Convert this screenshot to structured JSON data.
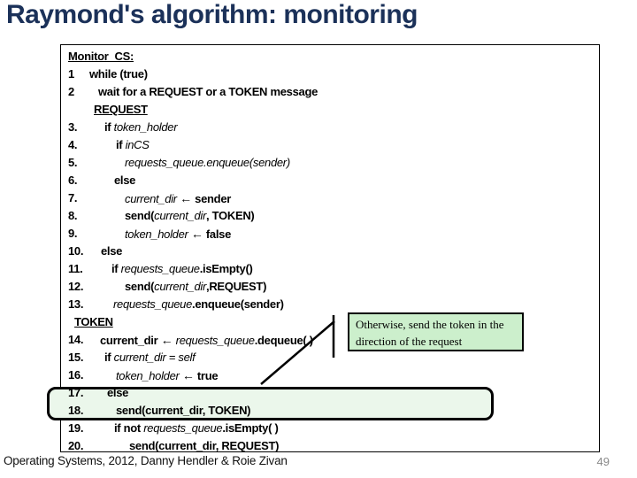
{
  "title": "Raymond's algorithm: monitoring",
  "colors": {
    "title": "#1b3159",
    "highlight_fill": "#ebf7eb",
    "callout_fill": "#ccefcc"
  },
  "callout": {
    "text": "Otherwise, send the token in the direction of the request"
  },
  "footer": {
    "credit": "Operating Systems, 2012, Danny Hendler & Roie Zivan",
    "page": "49"
  },
  "code": {
    "lines": [
      {
        "type": "label",
        "text": "Monitor_CS:",
        "indent": 8
      },
      {
        "type": "code",
        "num": "1",
        "indent": 32,
        "segs": [
          [
            "b",
            "while (true)"
          ]
        ]
      },
      {
        "type": "code",
        "num": "2",
        "indent": 42,
        "segs": [
          [
            "b",
            "wait for a REQUEST or a TOKEN message"
          ]
        ]
      },
      {
        "type": "label",
        "text": "REQUEST",
        "indent": 37
      },
      {
        "type": "code",
        "num": "3.",
        "indent": 49,
        "segs": [
          [
            "b",
            "if "
          ],
          [
            "i",
            "token_holder"
          ]
        ]
      },
      {
        "type": "code",
        "num": "4.",
        "indent": 62,
        "segs": [
          [
            "b",
            "if "
          ],
          [
            "i",
            "inCS"
          ]
        ]
      },
      {
        "type": "code",
        "num": "5.",
        "indent": 72,
        "segs": [
          [
            "i",
            "requests_queue.enqueue(sender)"
          ]
        ]
      },
      {
        "type": "code",
        "num": "6.",
        "indent": 60,
        "segs": [
          [
            "b",
            "else"
          ]
        ]
      },
      {
        "type": "code",
        "num": "7.",
        "indent": 72,
        "segs": [
          [
            "i",
            "current_dir "
          ],
          [
            "a",
            "←"
          ],
          [
            "b",
            " sender"
          ]
        ]
      },
      {
        "type": "code",
        "num": "8.",
        "indent": 72,
        "segs": [
          [
            "b",
            "send("
          ],
          [
            "i",
            "current_dir"
          ],
          [
            "b",
            ", TOKEN)"
          ]
        ]
      },
      {
        "type": "code",
        "num": "9.",
        "indent": 72,
        "segs": [
          [
            "i",
            "token_holder "
          ],
          [
            "a",
            "←"
          ],
          [
            "b",
            " false"
          ]
        ]
      },
      {
        "type": "code",
        "num": "10.",
        "indent": 45,
        "segs": [
          [
            "b",
            "else"
          ]
        ]
      },
      {
        "type": "code",
        "num": "11.",
        "indent": 57,
        "segs": [
          [
            "b",
            "if "
          ],
          [
            "i",
            "requests_queue"
          ],
          [
            "b",
            ".isEmpty()"
          ]
        ]
      },
      {
        "type": "code",
        "num": "12.",
        "indent": 72,
        "segs": [
          [
            "b",
            "send("
          ],
          [
            "i",
            "current_dir"
          ],
          [
            "b",
            ",REQUEST)"
          ]
        ]
      },
      {
        "type": "code",
        "num": "13.",
        "indent": 59,
        "segs": [
          [
            "i",
            "requests_queue"
          ],
          [
            "b",
            ".enqueue(sender)"
          ]
        ]
      },
      {
        "type": "label",
        "text": "TOKEN",
        "indent": 15
      },
      {
        "type": "code",
        "num": "14.",
        "indent": 44,
        "segs": [
          [
            "b",
            "current_dir "
          ],
          [
            "a",
            "←"
          ],
          [
            "i",
            " requests_queue"
          ],
          [
            "b",
            ".dequeue( )"
          ]
        ]
      },
      {
        "type": "code",
        "num": "15.",
        "indent": 49,
        "segs": [
          [
            "b",
            "if "
          ],
          [
            "i",
            "current_dir = self"
          ]
        ]
      },
      {
        "type": "code",
        "num": "16.",
        "indent": 62,
        "segs": [
          [
            "i",
            "token_holder "
          ],
          [
            "a",
            "←"
          ],
          [
            "b",
            " true"
          ]
        ]
      },
      {
        "type": "code",
        "num": "17.",
        "indent": 52,
        "segs": [
          [
            "b",
            "else"
          ]
        ]
      },
      {
        "type": "code",
        "num": "18.",
        "indent": 62,
        "segs": [
          [
            "b",
            "send(current_dir, TOKEN)"
          ]
        ]
      },
      {
        "type": "code",
        "num": "19.",
        "indent": 60,
        "segs": [
          [
            "b",
            "if not "
          ],
          [
            "i",
            "requests_queue"
          ],
          [
            "b",
            ".isEmpty( )"
          ]
        ]
      },
      {
        "type": "code",
        "num": "20.",
        "indent": 77,
        "segs": [
          [
            "b",
            "send(current_dir, REQUEST)"
          ]
        ]
      }
    ]
  }
}
